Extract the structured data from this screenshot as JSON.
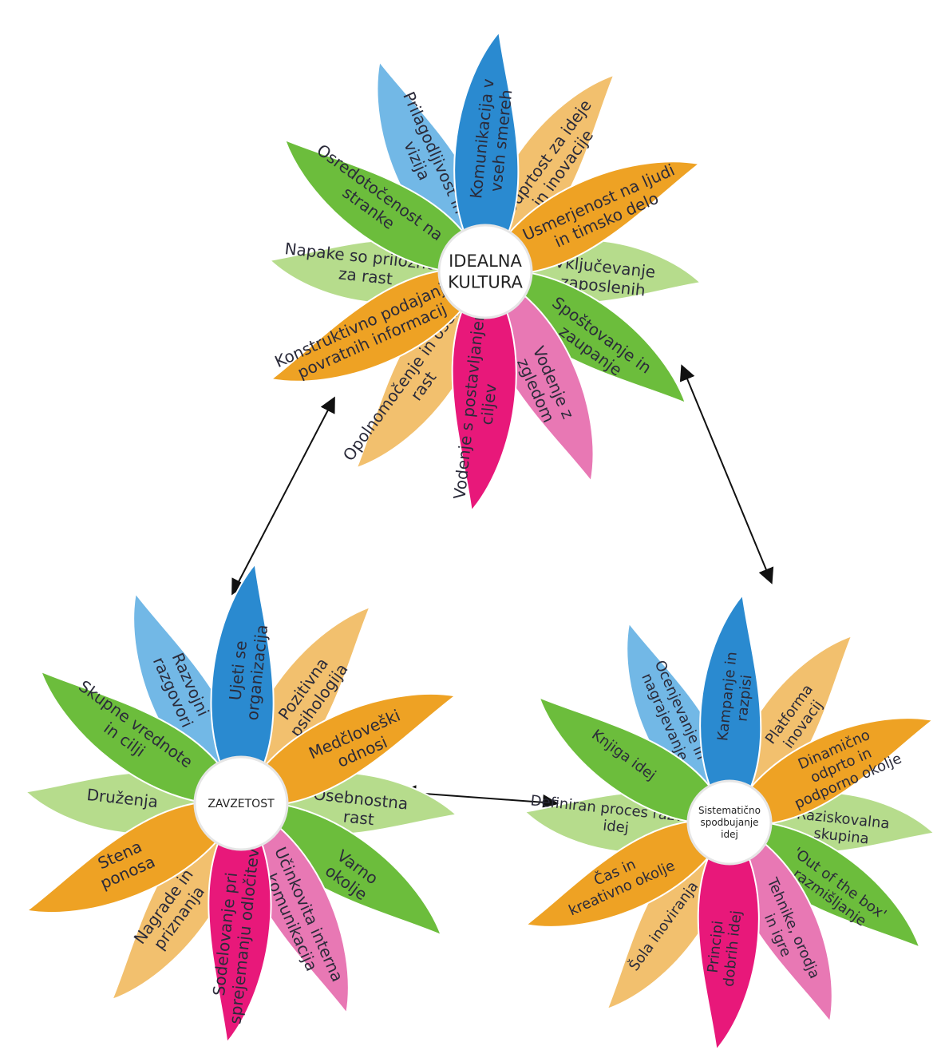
{
  "colors": {
    "dark_green": "#6cbd3c",
    "light_green": "#b6dc8c",
    "blue": "#2a8ad0",
    "light_blue": "#72b8e6",
    "orange": "#eea224",
    "light_orange": "#f2c06e",
    "magenta": "#e8187a",
    "pink": "#e878b4",
    "center_fill": "#ffffff",
    "arrow": "#111111"
  },
  "flowers": [
    {
      "id": "idealna",
      "center_label": [
        "IDEALNA",
        "KULTURA"
      ],
      "petals": [
        {
          "lines": [
            "Komunikacija v",
            "vseh smereh"
          ],
          "color": "blue"
        },
        {
          "lines": [
            "Odprtost za ideje",
            "in inovacije"
          ],
          "color": "light_orange"
        },
        {
          "lines": [
            "Usmerjenost na ljudi",
            "in timsko delo"
          ],
          "color": "orange"
        },
        {
          "lines": [
            "Vključevanje",
            "zaposlenih"
          ],
          "color": "light_green"
        },
        {
          "lines": [
            "Spoštovanje in",
            "zaupanje"
          ],
          "color": "dark_green"
        },
        {
          "lines": [
            "Vodenje z",
            "zgledom"
          ],
          "color": "pink"
        },
        {
          "lines": [
            "Vodenje s postavljanjem",
            "ciljev"
          ],
          "color": "magenta"
        },
        {
          "lines": [
            "Opolnomočenje in osebna",
            "rast"
          ],
          "color": "light_orange"
        },
        {
          "lines": [
            "Konstruktivno podajanje",
            "povratnih informacij"
          ],
          "color": "orange"
        },
        {
          "lines": [
            "Napake so priložnost",
            "za rast"
          ],
          "color": "light_green"
        },
        {
          "lines": [
            "Osredotočenost na",
            "stranke"
          ],
          "color": "dark_green"
        },
        {
          "lines": [
            "Prilagodljivost in",
            "vizija"
          ],
          "color": "light_blue"
        }
      ]
    },
    {
      "id": "zavzetost",
      "center_label": [
        "ZAVZETOST"
      ],
      "petals": [
        {
          "lines": [
            "Ujeti se",
            "organizacija"
          ],
          "color": "blue"
        },
        {
          "lines": [
            "Pozitivna",
            "psihologija"
          ],
          "color": "light_orange"
        },
        {
          "lines": [
            "Medčloveški",
            "odnosi"
          ],
          "color": "orange"
        },
        {
          "lines": [
            "Osebnostna",
            "rast"
          ],
          "color": "light_green"
        },
        {
          "lines": [
            "Varno",
            "okolje"
          ],
          "color": "dark_green"
        },
        {
          "lines": [
            "Učinkovita interna",
            "komunikacija"
          ],
          "color": "pink"
        },
        {
          "lines": [
            "Sodelovanje pri",
            "sprejemanju odločitev"
          ],
          "color": "magenta"
        },
        {
          "lines": [
            "Nagrade in",
            "priznanja"
          ],
          "color": "light_orange"
        },
        {
          "lines": [
            "Stena",
            "ponosa"
          ],
          "color": "orange"
        },
        {
          "lines": [
            "Druženja"
          ],
          "color": "light_green"
        },
        {
          "lines": [
            "Skupne vrednote",
            "in cilji"
          ],
          "color": "dark_green"
        },
        {
          "lines": [
            "Razvojni",
            "razgovori"
          ],
          "color": "light_blue"
        }
      ]
    },
    {
      "id": "sistematicno",
      "center_label": [
        "Sistematično",
        "spodbujanje",
        "idej"
      ],
      "petals": [
        {
          "lines": [
            "Kampanje in",
            "razpisi"
          ],
          "color": "blue"
        },
        {
          "lines": [
            "Platforma",
            "inovacij"
          ],
          "color": "light_orange"
        },
        {
          "lines": [
            "Dinamično",
            "odprto in",
            "podporno okolje"
          ],
          "color": "orange"
        },
        {
          "lines": [
            "Raziskovalna",
            "skupina"
          ],
          "color": "light_green"
        },
        {
          "lines": [
            "'Out of the box'",
            "razmišljanje"
          ],
          "color": "dark_green"
        },
        {
          "lines": [
            "Tehnike, orodja",
            "in igre"
          ],
          "color": "pink"
        },
        {
          "lines": [
            "Principi",
            "dobrih idej"
          ],
          "color": "magenta"
        },
        {
          "lines": [
            "Šola inoviranja"
          ],
          "color": "light_orange"
        },
        {
          "lines": [
            "Čas in",
            "kreativno okolje"
          ],
          "color": "orange"
        },
        {
          "lines": [
            "Definiran proces razvoja",
            "idej"
          ],
          "color": "light_green"
        },
        {
          "lines": [
            "Knjiga idej"
          ],
          "color": "dark_green"
        },
        {
          "lines": [
            "Ocenjevanje in",
            "nagrajevanje"
          ],
          "color": "light_blue"
        }
      ]
    }
  ]
}
